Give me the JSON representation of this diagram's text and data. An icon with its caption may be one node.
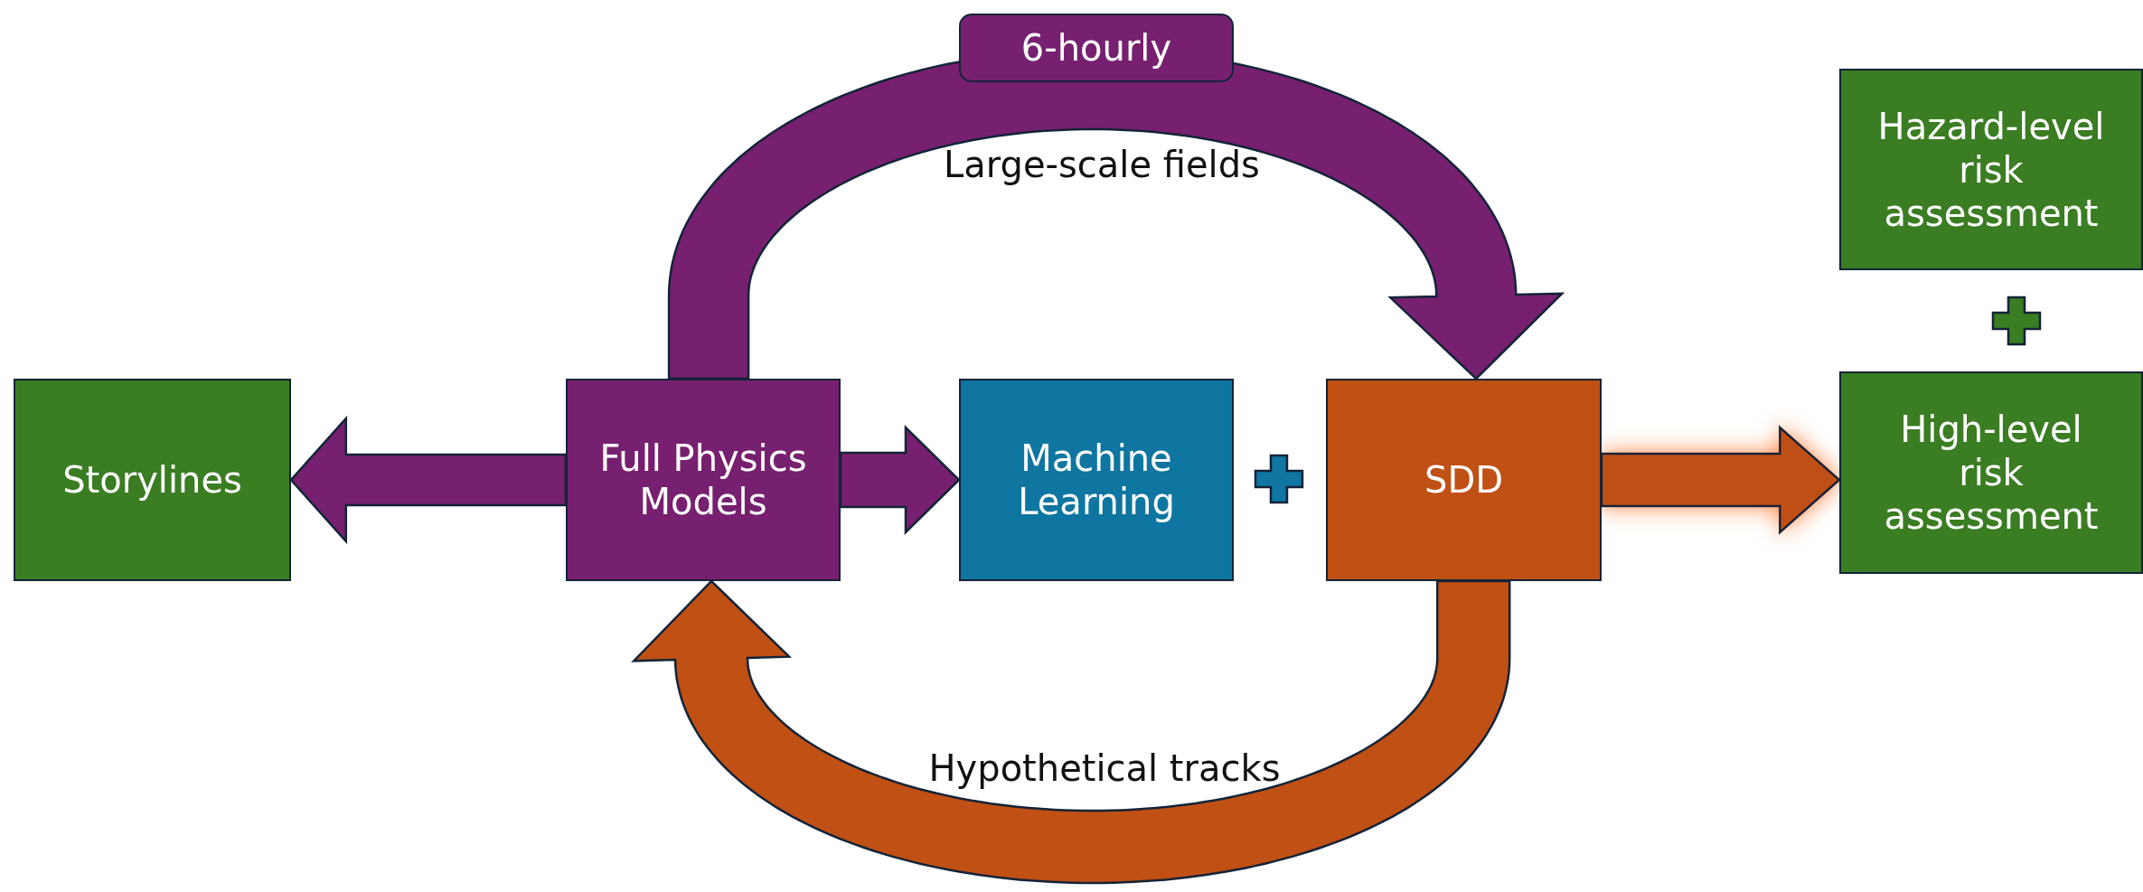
{
  "diagram": {
    "nodes": [
      {
        "text": [
          "Storylines"
        ]
      },
      {
        "text": [
          "Full Physics Models"
        ]
      },
      {
        "text": [
          "Machine Learning"
        ]
      },
      {
        "text": [
          "SDD"
        ]
      },
      {
        "text": [
          "Hazard-level risk assessment"
        ]
      },
      {
        "text": [
          "High-level risk assessment"
        ]
      }
    ],
    "edges": [
      {
        "from": 1,
        "to": 0,
        "arrow": "to"
      },
      {
        "from": 1,
        "to": 2,
        "arrow": "to"
      },
      {
        "from": 1,
        "to": 3,
        "arrow": "to",
        "label": "6-hourly"
      },
      {
        "from": 3,
        "to": 1,
        "arrow": "to",
        "color": "#c05014"
      },
      {
        "from": 3,
        "to": 5,
        "arrow": "to",
        "color": "#c05014"
      }
    ],
    "labels": [
      "Large-scale fields",
      "Hypothetical tracks"
    ]
  }
}
